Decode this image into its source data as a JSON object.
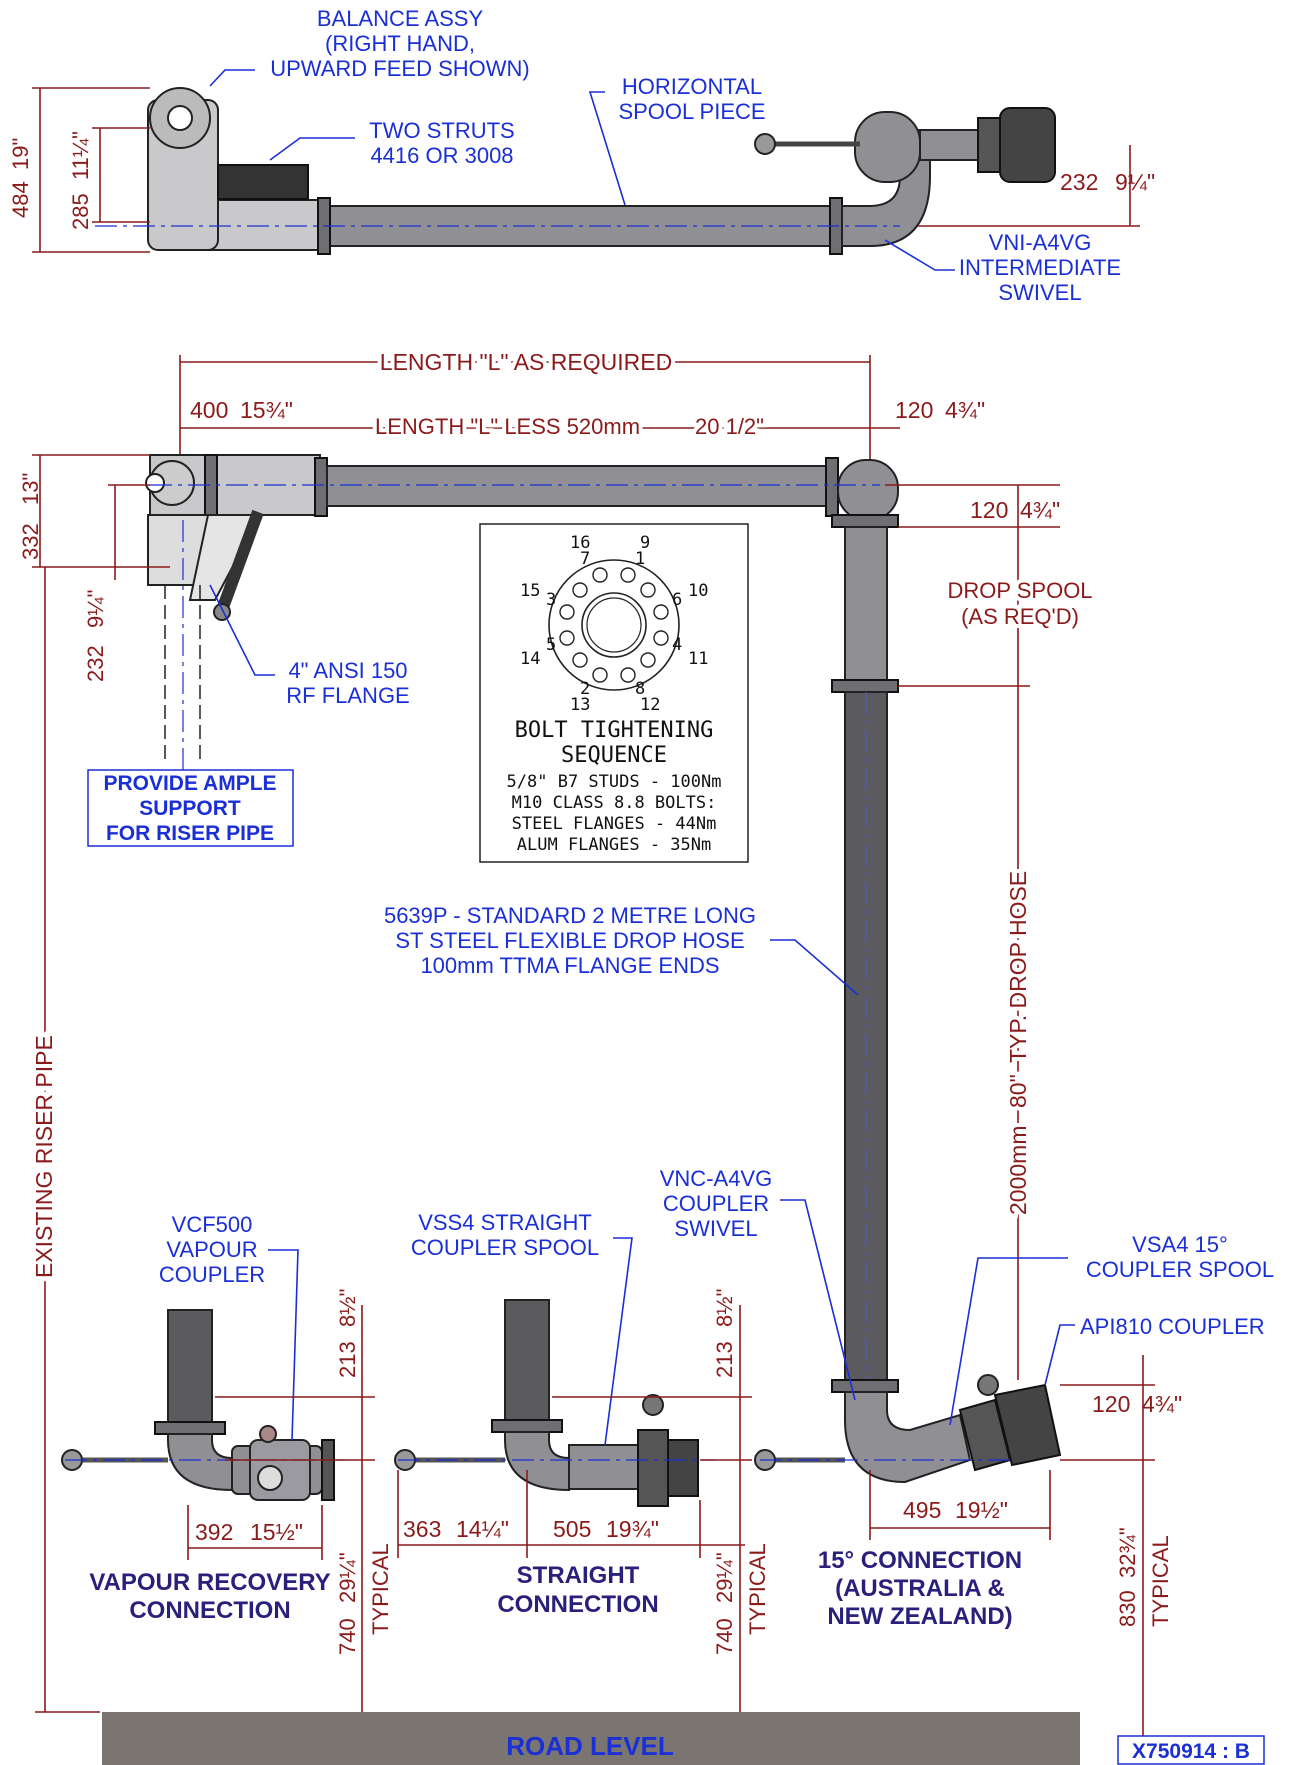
{
  "top_view": {
    "balance_assy": [
      "BALANCE ASSY",
      "(RIGHT HAND,",
      "UPWARD FEED SHOWN)"
    ],
    "two_struts": [
      "TWO STRUTS",
      "4416 OR 3008"
    ],
    "horizontal_spool": [
      "HORIZONTAL",
      "SPOOL PIECE"
    ],
    "vni_swivel": [
      "VNI-A4VG",
      "INTERMEDIATE",
      "SWIVEL"
    ],
    "dim_484": "484",
    "dim_484_in": "19\"",
    "dim_285": "285",
    "dim_285_in": "11¼\"",
    "dim_232_top": "232",
    "dim_232_top_in": "9¼\""
  },
  "side_view": {
    "length_l": "LENGTH \"L\" AS REQUIRED",
    "dim_400": "400",
    "dim_400_in": "15¾\"",
    "length_less": "LENGTH \"L\" LESS 520mm",
    "length_less_in": "20 1/2\"",
    "dim_120_a": "120",
    "dim_120_a_in": "4¾\"",
    "dim_120_b": "120",
    "dim_120_b_in": "4¾\"",
    "dim_332": "332",
    "dim_332_in": "13\"",
    "dim_232_side": "232",
    "dim_232_side_in": "9¼\"",
    "flange_label": [
      "4\" ANSI 150",
      "RF FLANGE"
    ],
    "support_note": [
      "PROVIDE AMPLE",
      "SUPPORT",
      "FOR RISER PIPE"
    ],
    "drop_spool": [
      "DROP SPOOL",
      "(AS REQ'D)"
    ],
    "drop_hose_label": [
      "5639P - STANDARD 2 METRE LONG",
      "ST STEEL FLEXIBLE DROP HOSE",
      "100mm TTMA FLANGE ENDS"
    ],
    "drop_hose_dim": "2000mm",
    "drop_hose_dim_in": "80\"",
    "drop_hose_typ": "TYP. DROP HOSE",
    "riser_label": "EXISTING RISER PIPE"
  },
  "bolt_box": {
    "title": [
      "BOLT TIGHTENING",
      "SEQUENCE"
    ],
    "notes": [
      "5/8\" B7 STUDS - 100Nm",
      "M10 CLASS 8.8 BOLTS:",
      "STEEL FLANGES - 44Nm",
      "ALUM FLANGES - 35Nm"
    ],
    "outer_numbers": [
      "16",
      "9",
      "15",
      "10",
      "14",
      "11",
      "13",
      "12"
    ],
    "inner_numbers": [
      "7",
      "1",
      "3",
      "6",
      "5",
      "4",
      "2",
      "8"
    ]
  },
  "connections": {
    "vcf500": [
      "VCF500",
      "VAPOUR",
      "COUPLER"
    ],
    "vss4": [
      "VSS4 STRAIGHT",
      "COUPLER SPOOL"
    ],
    "vnc": [
      "VNC-A4VG",
      "COUPLER",
      "SWIVEL"
    ],
    "vsa4": [
      "VSA4 15°",
      "COUPLER SPOOL"
    ],
    "api810": "API810 COUPLER",
    "dim_213_a": "213",
    "dim_213_a_in": "8½\"",
    "dim_213_b": "213",
    "dim_213_b_in": "8½\"",
    "dim_392": "392",
    "dim_392_in": "15½\"",
    "dim_363": "363",
    "dim_363_in": "14¼\"",
    "dim_505": "505",
    "dim_505_in": "19¾\"",
    "dim_495": "495",
    "dim_495_in": "19½\"",
    "dim_120_c": "120",
    "dim_120_c_in": "4¾\"",
    "dim_740_a": "740",
    "dim_740_a_in": "29¼\"",
    "dim_740_b": "740",
    "dim_740_b_in": "29¼\"",
    "dim_830": "830",
    "dim_830_in": "32¾\"",
    "typical": "TYPICAL",
    "vapour_title": [
      "VAPOUR RECOVERY",
      "CONNECTION"
    ],
    "straight_title": [
      "STRAIGHT",
      "CONNECTION"
    ],
    "fifteen_title": [
      "15° CONNECTION",
      "(AUSTRALIA &",
      "NEW ZEALAND)"
    ]
  },
  "footer": {
    "road_level": "ROAD LEVEL",
    "drawing_no": "X750914 : B"
  },
  "colors": {
    "label_blue": "#1a2fd6",
    "dim_red": "#8b1a1a",
    "title_purple": "#2a1f7a",
    "road": "#7a7570"
  }
}
